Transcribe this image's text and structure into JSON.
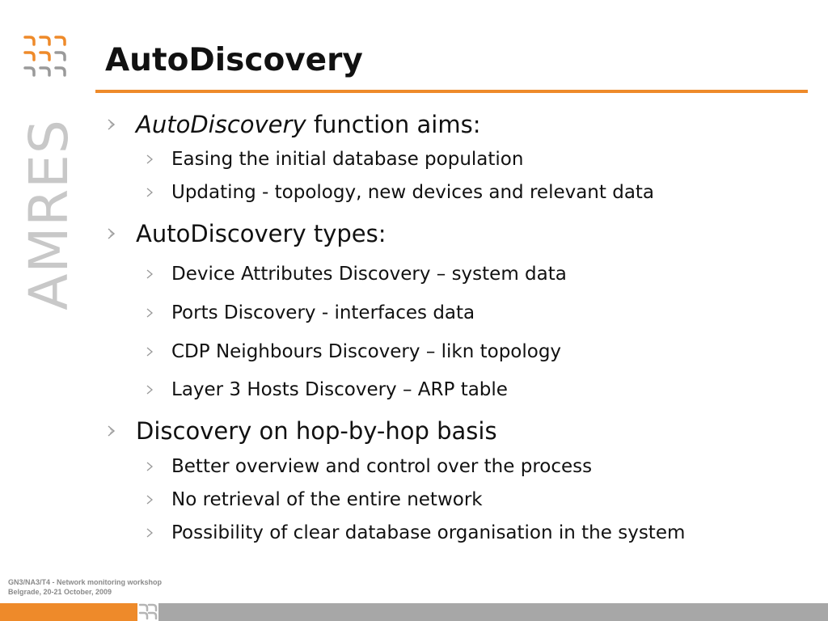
{
  "slide": {
    "title": "AutoDiscovery",
    "side_brand": "AMRES",
    "bullets": [
      {
        "level": 1,
        "emphasis": "AutoDiscovery",
        "text": " function aims:"
      },
      {
        "level": 2,
        "text": "Easing the initial database population"
      },
      {
        "level": 2,
        "text": "Updating - topology, new devices and relevant data"
      },
      {
        "level": 1,
        "text": "AutoDiscovery types:"
      },
      {
        "level": 2,
        "text": "Device Attributes Discovery – system data"
      },
      {
        "level": 2,
        "text": "Ports Discovery - interfaces data"
      },
      {
        "level": 2,
        "text": "CDP Neighbours Discovery – likn topology"
      },
      {
        "level": 2,
        "text": "Layer 3 Hosts Discovery – ARP table"
      },
      {
        "level": 1,
        "text": "Discovery on hop-by-hop basis"
      },
      {
        "level": 2,
        "text": "Better overview and control over the process"
      },
      {
        "level": 2,
        "text": "No retrieval of the entire network"
      },
      {
        "level": 2,
        "text": "Possibility of clear database organisation in the system"
      }
    ]
  },
  "footer": {
    "line1": "GN3/NA3/T4 - Network monitoring workshop",
    "line2": "Belgrade, 20-21 October, 2009"
  },
  "colors": {
    "accent": "#ee8a2a",
    "bottom_bar": "#a7a7a7",
    "brand_gray": "#c8c8c8"
  },
  "icons": {
    "logo": "amres-logo-icon",
    "bullet": "chevron-bullet-icon"
  }
}
